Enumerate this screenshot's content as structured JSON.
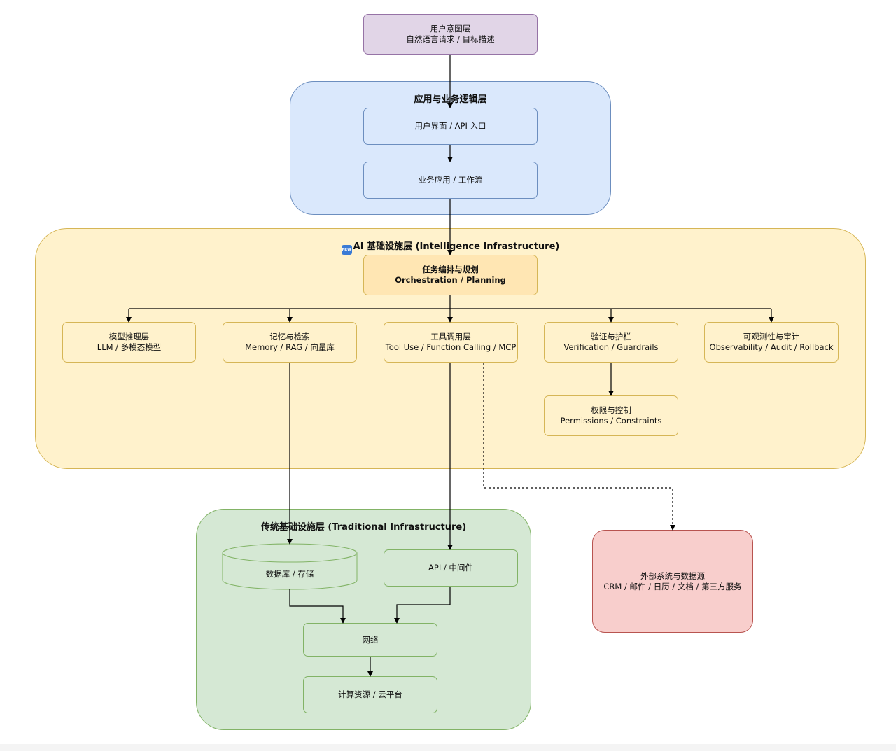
{
  "nodes": {
    "user_intent": {
      "line1": "用户意图层",
      "line2": "自然语言请求 / 目标描述"
    },
    "app_layer": {
      "title": "应用与业务逻辑层",
      "ui_api": "用户界面 / API 入口",
      "business": "业务应用 / 工作流"
    },
    "ai_layer": {
      "icon_text": "NEW",
      "title": "AI 基础设施层 (Intelligence Infrastructure)",
      "orchestration": {
        "line1": "任务编排与规划",
        "line2": "Orchestration / Planning"
      },
      "model": {
        "line1": "模型推理层",
        "line2": "LLM / 多模态模型"
      },
      "memory": {
        "line1": "记忆与检索",
        "line2": "Memory / RAG / 向量库"
      },
      "tools": {
        "line1": "工具调用层",
        "line2": "Tool Use / Function Calling / MCP"
      },
      "verification": {
        "line1": "验证与护栏",
        "line2": "Verification / Guardrails"
      },
      "observability": {
        "line1": "可观测性与审计",
        "line2": "Observability / Audit / Rollback"
      },
      "permissions": {
        "line1": "权限与控制",
        "line2": "Permissions / Constraints"
      }
    },
    "traditional_layer": {
      "title": "传统基础设施层 (Traditional Infrastructure)",
      "database": "数据库 / 存储",
      "api_middleware": "API / 中间件",
      "network": "网络",
      "compute": "计算资源 / 云平台"
    },
    "external": {
      "line1": "外部系统与数据源",
      "line2": "CRM / 邮件 / 日历 / 文档 / 第三方服务"
    }
  },
  "colors": {
    "purple_fill": "#e1d5e7",
    "blue_fill": "#dae8fc",
    "yellow_fill": "#fff2cc",
    "orange_fill": "#ffe6b3",
    "green_fill": "#d5e8d4",
    "red_fill": "#f8cecc"
  }
}
